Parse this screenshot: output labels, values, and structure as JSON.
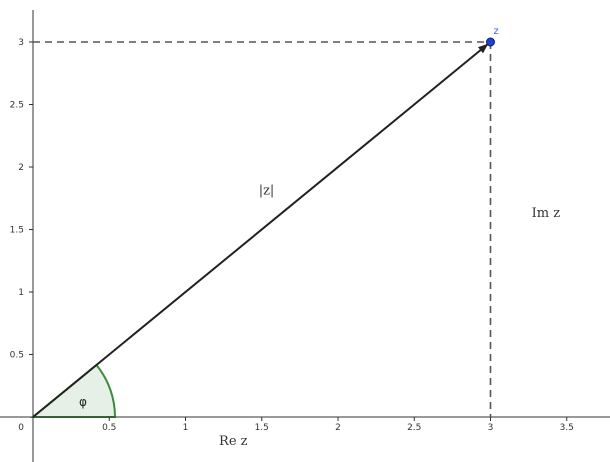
{
  "graph": {
    "x_ticks": [
      0.5,
      1,
      1.5,
      2,
      2.5,
      3,
      3.5
    ],
    "y_ticks": [
      0.5,
      1,
      1.5,
      2,
      2.5,
      3
    ],
    "x_tick_labels": [
      "0.5",
      "1",
      "1.5",
      "2",
      "2.5",
      "3",
      "3.5"
    ],
    "y_tick_labels": [
      "0.5",
      "1",
      "1.5",
      "2",
      "2.5",
      "3"
    ],
    "origin_label": "0",
    "point": {
      "re": 3,
      "im": 3,
      "label": "z"
    },
    "labels": {
      "modulus": "|z|",
      "real_part": "Re z",
      "imag_part": "Im z",
      "angle": "φ"
    },
    "colors": {
      "axis": "#333333",
      "vector": "#222222",
      "dashed": "#555555",
      "point": "#1f3fd0",
      "point_label": "#3a5cff",
      "angle_stroke": "#3d8b3d",
      "angle_fill": "#e6f0e6"
    }
  }
}
